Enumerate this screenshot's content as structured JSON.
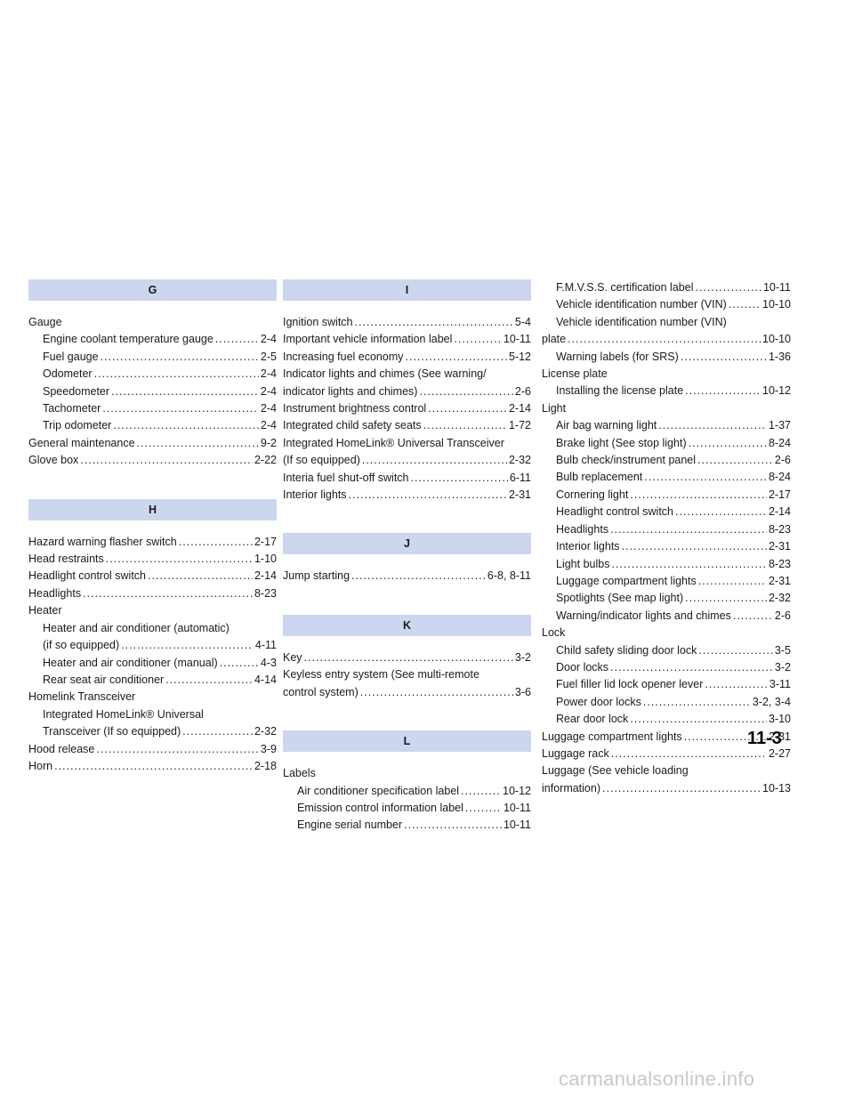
{
  "page_number": "11-3",
  "watermark": "carmanualsonline.info",
  "columns": [
    [
      {
        "type": "header",
        "text": "G"
      },
      {
        "type": "entry",
        "level": 0,
        "lines": [
          "Gauge"
        ]
      },
      {
        "type": "entry",
        "level": 1,
        "lines": [
          "Engine coolant temperature gauge"
        ],
        "page": "2-4"
      },
      {
        "type": "entry",
        "level": 1,
        "lines": [
          "Fuel gauge"
        ],
        "page": "2-5"
      },
      {
        "type": "entry",
        "level": 1,
        "lines": [
          "Odometer"
        ],
        "page": "2-4"
      },
      {
        "type": "entry",
        "level": 1,
        "lines": [
          "Speedometer"
        ],
        "page": "2-4"
      },
      {
        "type": "entry",
        "level": 1,
        "lines": [
          "Tachometer"
        ],
        "page": "2-4"
      },
      {
        "type": "entry",
        "level": 1,
        "lines": [
          "Trip odometer"
        ],
        "page": "2-4"
      },
      {
        "type": "entry",
        "level": 0,
        "lines": [
          "General maintenance"
        ],
        "page": "9-2"
      },
      {
        "type": "entry",
        "level": 0,
        "lines": [
          "Glove box"
        ],
        "page": "2-22"
      },
      {
        "type": "header",
        "text": "H"
      },
      {
        "type": "entry",
        "level": 0,
        "lines": [
          "Hazard warning flasher switch"
        ],
        "page": "2-17"
      },
      {
        "type": "entry",
        "level": 0,
        "lines": [
          "Head restraints"
        ],
        "page": "1-10"
      },
      {
        "type": "entry",
        "level": 0,
        "lines": [
          "Headlight control switch"
        ],
        "page": "2-14"
      },
      {
        "type": "entry",
        "level": 0,
        "lines": [
          "Headlights"
        ],
        "page": "8-23"
      },
      {
        "type": "entry",
        "level": 0,
        "lines": [
          "Heater"
        ]
      },
      {
        "type": "entry",
        "level": 1,
        "lines": [
          "Heater and air conditioner (automatic)",
          "(if so equipped)"
        ],
        "page": "4-11"
      },
      {
        "type": "entry",
        "level": 1,
        "lines": [
          "Heater and air conditioner (manual)"
        ],
        "page": "4-3"
      },
      {
        "type": "entry",
        "level": 1,
        "lines": [
          "Rear seat air conditioner"
        ],
        "page": "4-14"
      },
      {
        "type": "entry",
        "level": 0,
        "lines": [
          "Homelink Transceiver"
        ]
      },
      {
        "type": "entry",
        "level": 1,
        "lines": [
          "Integrated HomeLink® Universal",
          "Transceiver (If so equipped)"
        ],
        "page": "2-32"
      },
      {
        "type": "entry",
        "level": 0,
        "lines": [
          "Hood release"
        ],
        "page": "3-9"
      },
      {
        "type": "entry",
        "level": 0,
        "lines": [
          "Horn"
        ],
        "page": "2-18"
      }
    ],
    [
      {
        "type": "header",
        "text": "I"
      },
      {
        "type": "entry",
        "level": 0,
        "lines": [
          "Ignition switch"
        ],
        "page": "5-4"
      },
      {
        "type": "entry",
        "level": 0,
        "lines": [
          "Important vehicle information label"
        ],
        "page": "10-11"
      },
      {
        "type": "entry",
        "level": 0,
        "lines": [
          "Increasing fuel economy"
        ],
        "page": "5-12"
      },
      {
        "type": "entry",
        "level": 0,
        "lines": [
          "Indicator lights and chimes (See warning/",
          "indicator lights and chimes)"
        ],
        "page": "2-6"
      },
      {
        "type": "entry",
        "level": 0,
        "lines": [
          "Instrument brightness control"
        ],
        "page": "2-14"
      },
      {
        "type": "entry",
        "level": 0,
        "lines": [
          "Integrated child safety seats"
        ],
        "page": "1-72"
      },
      {
        "type": "entry",
        "level": 0,
        "lines": [
          "Integrated HomeLink® Universal Transceiver",
          "(If so equipped)"
        ],
        "page": "2-32"
      },
      {
        "type": "entry",
        "level": 0,
        "lines": [
          "Interia fuel shut-off switch"
        ],
        "page": "6-11"
      },
      {
        "type": "entry",
        "level": 0,
        "lines": [
          "Interior lights"
        ],
        "page": "2-31"
      },
      {
        "type": "header",
        "text": "J"
      },
      {
        "type": "entry",
        "level": 0,
        "lines": [
          "Jump starting"
        ],
        "page": "6-8, 8-11"
      },
      {
        "type": "header",
        "text": "K"
      },
      {
        "type": "entry",
        "level": 0,
        "lines": [
          "Key"
        ],
        "page": "3-2"
      },
      {
        "type": "entry",
        "level": 0,
        "lines": [
          "Keyless entry system (See multi-remote",
          "control system)"
        ],
        "page": "3-6"
      },
      {
        "type": "header",
        "text": "L"
      },
      {
        "type": "entry",
        "level": 0,
        "lines": [
          "Labels"
        ]
      },
      {
        "type": "entry",
        "level": 1,
        "lines": [
          "Air conditioner specification label"
        ],
        "page": "10-12"
      },
      {
        "type": "entry",
        "level": 1,
        "lines": [
          "Emission control information label"
        ],
        "page": "10-11"
      },
      {
        "type": "entry",
        "level": 1,
        "lines": [
          "Engine serial number"
        ],
        "page": "10-11"
      }
    ],
    [
      {
        "type": "entry",
        "level": 1,
        "lines": [
          "F.M.V.S.S. certification label"
        ],
        "page": "10-11"
      },
      {
        "type": "entry",
        "level": 1,
        "lines": [
          "Vehicle identification number (VIN)"
        ],
        "page": "10-10"
      },
      {
        "type": "entry",
        "level": 1,
        "lines": [
          "Vehicle identification number (VIN)"
        ]
      },
      {
        "type": "entry",
        "level": 0,
        "lines": [
          "plate"
        ],
        "page": "10-10"
      },
      {
        "type": "entry",
        "level": 1,
        "lines": [
          "Warning labels (for SRS)"
        ],
        "page": "1-36"
      },
      {
        "type": "entry",
        "level": 0,
        "lines": [
          "License plate"
        ]
      },
      {
        "type": "entry",
        "level": 1,
        "lines": [
          "Installing the license plate"
        ],
        "page": "10-12"
      },
      {
        "type": "entry",
        "level": 0,
        "lines": [
          "Light"
        ]
      },
      {
        "type": "entry",
        "level": 1,
        "lines": [
          "Air bag warning light"
        ],
        "page": "1-37"
      },
      {
        "type": "entry",
        "level": 1,
        "lines": [
          "Brake light (See stop light)"
        ],
        "page": "8-24"
      },
      {
        "type": "entry",
        "level": 1,
        "lines": [
          "Bulb check/instrument panel"
        ],
        "page": "2-6"
      },
      {
        "type": "entry",
        "level": 1,
        "lines": [
          "Bulb replacement"
        ],
        "page": "8-24"
      },
      {
        "type": "entry",
        "level": 1,
        "lines": [
          "Cornering light"
        ],
        "page": "2-17"
      },
      {
        "type": "entry",
        "level": 1,
        "lines": [
          "Headlight control switch"
        ],
        "page": "2-14"
      },
      {
        "type": "entry",
        "level": 1,
        "lines": [
          "Headlights"
        ],
        "page": "8-23"
      },
      {
        "type": "entry",
        "level": 1,
        "lines": [
          "Interior lights"
        ],
        "page": "2-31"
      },
      {
        "type": "entry",
        "level": 1,
        "lines": [
          "Light bulbs"
        ],
        "page": "8-23"
      },
      {
        "type": "entry",
        "level": 1,
        "lines": [
          "Luggage compartment lights"
        ],
        "page": "2-31"
      },
      {
        "type": "entry",
        "level": 1,
        "lines": [
          "Spotlights (See map light)"
        ],
        "page": "2-32"
      },
      {
        "type": "entry",
        "level": 1,
        "lines": [
          "Warning/indicator lights and chimes"
        ],
        "page": "2-6"
      },
      {
        "type": "entry",
        "level": 0,
        "lines": [
          "Lock"
        ]
      },
      {
        "type": "entry",
        "level": 1,
        "lines": [
          "Child safety sliding door lock"
        ],
        "page": "3-5"
      },
      {
        "type": "entry",
        "level": 1,
        "lines": [
          "Door locks"
        ],
        "page": "3-2"
      },
      {
        "type": "entry",
        "level": 1,
        "lines": [
          "Fuel filler lid lock opener lever"
        ],
        "page": "3-11"
      },
      {
        "type": "entry",
        "level": 1,
        "lines": [
          "Power door locks"
        ],
        "page": "3-2, 3-4"
      },
      {
        "type": "entry",
        "level": 1,
        "lines": [
          "Rear door lock"
        ],
        "page": "3-10"
      },
      {
        "type": "entry",
        "level": 0,
        "lines": [
          "Luggage compartment lights"
        ],
        "page": "2-31"
      },
      {
        "type": "entry",
        "level": 0,
        "lines": [
          "Luggage rack"
        ],
        "page": "2-27"
      },
      {
        "type": "entry",
        "level": 0,
        "lines": [
          "Luggage (See vehicle loading",
          "information)"
        ],
        "page": "10-13"
      }
    ]
  ]
}
